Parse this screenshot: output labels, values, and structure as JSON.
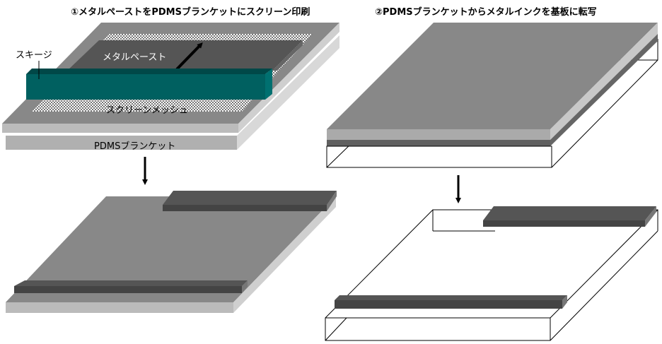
{
  "titles": {
    "step1": "①メタルペーストをPDMSブランケットにスクリーン印刷",
    "step2": "②PDMSブランケットからメタルインクを基板に転写"
  },
  "labels": {
    "squeegee": "スキージ",
    "metal_paste": "メタルペースト",
    "screen_mesh": "スクリーンメッシュ",
    "pdms_blanket": "PDMSブランケット"
  },
  "colors": {
    "plate_top": "#888888",
    "plate_edge": "#bbbbbb",
    "paste": "#555555",
    "squeegee": "#006060"
  }
}
